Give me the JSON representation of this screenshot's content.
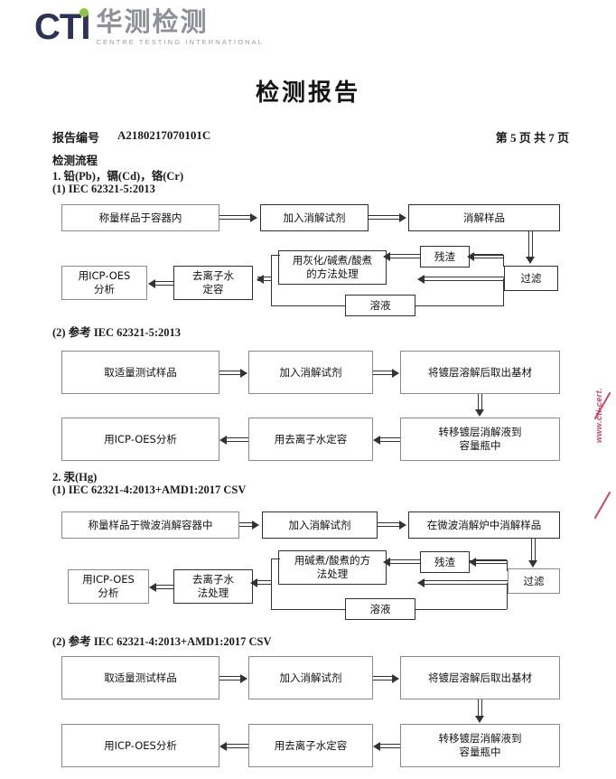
{
  "header": {
    "logo": {
      "mark_text": "CTI",
      "cn_name": "华测检测",
      "tagline": "CENTRE TESTING INTERNATIONAL",
      "mark_color": "#2b3356",
      "dot_color": "#8cc63f",
      "cn_color": "#8e9099"
    }
  },
  "title": "检测报告",
  "meta": {
    "report_no_label": "报告编号",
    "report_no_value": "A2180217070101C",
    "page_indicator": "第 5 页  共 7 页"
  },
  "headings": {
    "process": "检测流程",
    "sec1": "1. 铅(Pb)，镉(Cd)，铬(Cr)",
    "sec1a": "(1) IEC 62321-5:2013",
    "sec1b": "(2) 参考 IEC 62321-5:2013",
    "sec2": "2. 汞(Hg)",
    "sec2a": "(1) IEC 62321-4:2013+AMD1:2017 CSV",
    "sec2b": "(2) 参考 IEC 62321-4:2013+AMD1:2017 CSV"
  },
  "flow1": {
    "b1": "称量样品于容器内",
    "b2": "加入消解试剂",
    "b3": "消解样品",
    "b4": "用灰化/碱煮/酸煮\n的方法处理",
    "b4_line1": "用灰化/碱煮/酸煮",
    "b4_line2": "的方法处理",
    "b5": "残渣",
    "b6": "过滤",
    "b7": "溶液",
    "b8_line1": "去离子水",
    "b8_line2": "定容",
    "b9_line1": "用ICP-OES",
    "b9_line2": "分析"
  },
  "flow2": {
    "b1": "取适量测试样品",
    "b2": "加入消解试剂",
    "b3": "将镀层溶解后取出基材",
    "b4_line1": "转移镀层消解液到",
    "b4_line2": "容量瓶中",
    "b5": "用去离子水定容",
    "b6": "用ICP-OES分析"
  },
  "flow3": {
    "b1": "称量样品于微波消解容器中",
    "b2": "加入消解试剂",
    "b3": "在微波消解炉中消解样品",
    "b4_line1": "用碱煮/酸煮的方",
    "b4_line2": "法处理",
    "b5": "残渣",
    "b6": "过滤",
    "b7": "溶液",
    "b8_line1": "去离子水",
    "b8_line2": "法处理",
    "b9_line1": "用ICP-OES",
    "b9_line2": "分析"
  },
  "flow4": {
    "b1": "取适量测试样品",
    "b2": "加入消解试剂",
    "b3": "将镀层溶解后取出基材",
    "b4_line1": "转移镀层消解液到",
    "b4_line2": "容量瓶中",
    "b5": "用去离子水定容",
    "b6": "用ICP-OES分析"
  },
  "watermark": {
    "text": "www.cti-cert.com",
    "color": "#c0274a"
  }
}
